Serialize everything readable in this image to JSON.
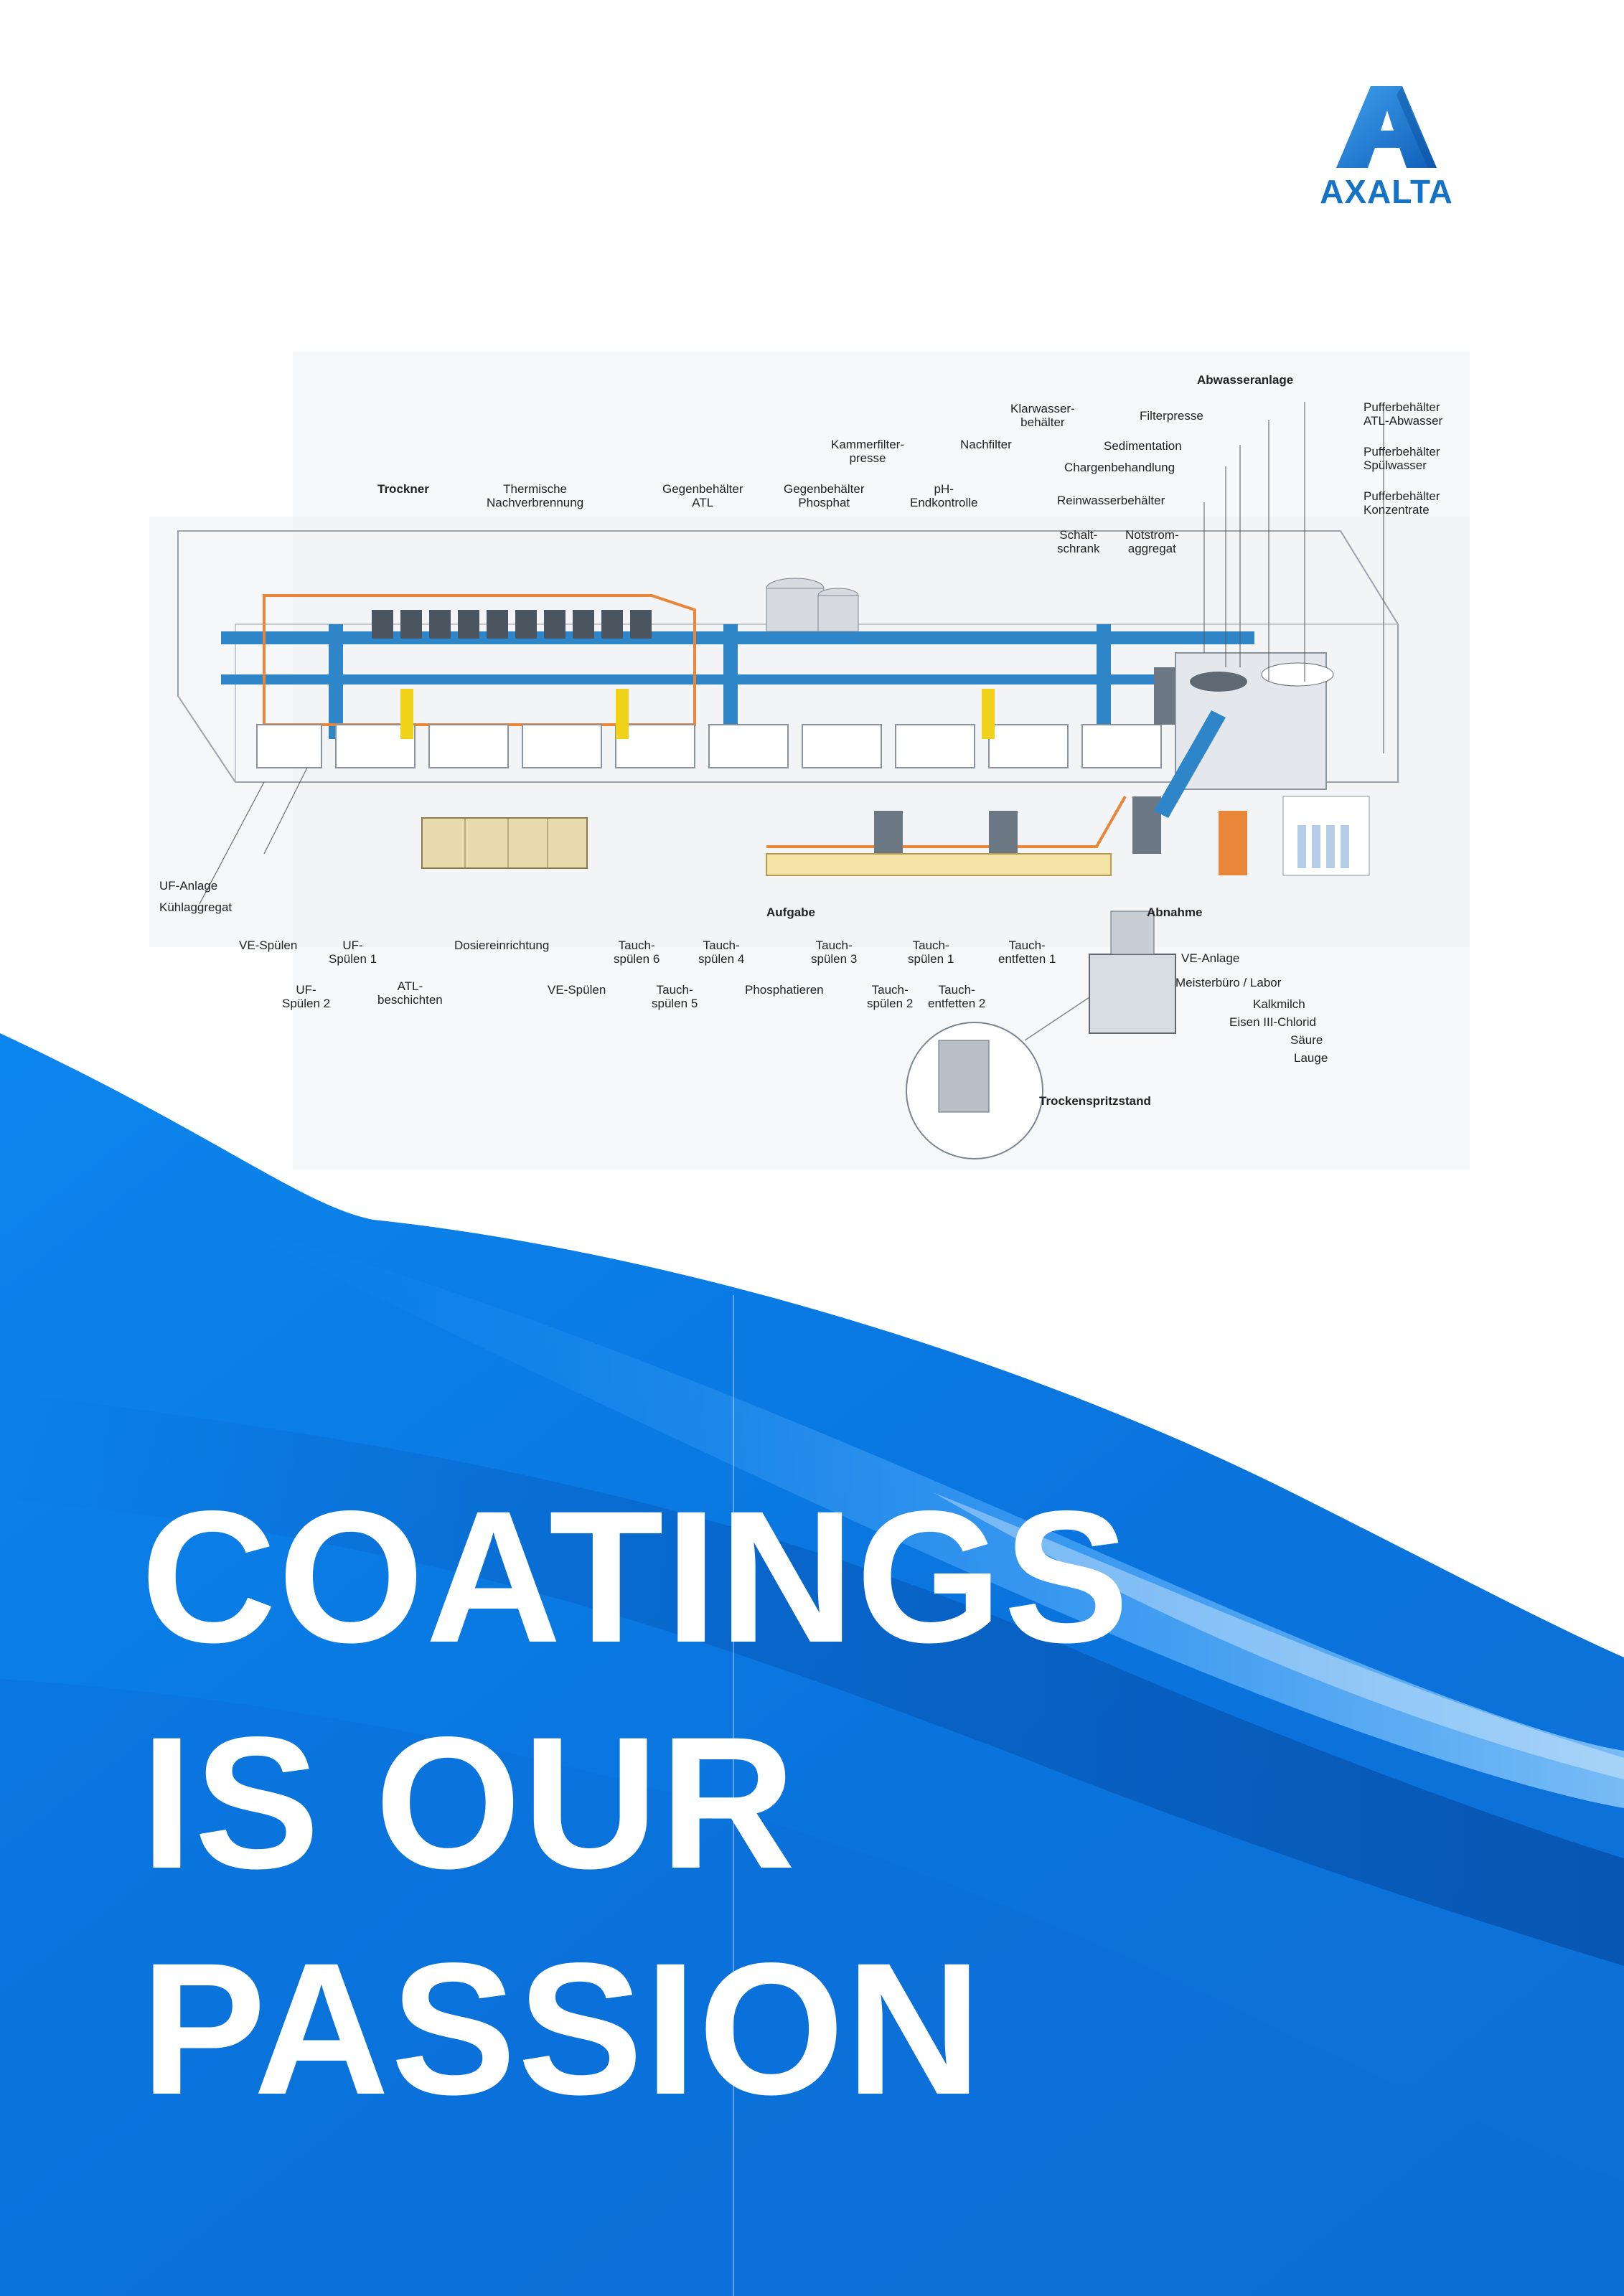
{
  "brand": {
    "name": "AXALTA",
    "logo_color": "#1473c6"
  },
  "colors": {
    "primary_blue": "#0a78e6",
    "dark_blue": "#0a5fc4",
    "light_blue": "#3aa0f8"
  },
  "slogan": {
    "line1": "COATINGS",
    "line2": "IS OUR",
    "line3": "PASSION"
  },
  "diagram": {
    "labels": {
      "abwasseranlage": "Abwasseranlage",
      "klarwasser": "Klarwasser-\nbehälter",
      "filterpresse": "Filterpresse",
      "kammerfilter": "Kammerfilter-\npresse",
      "nachfilter": "Nachfilter",
      "sedimentation": "Sedimentation",
      "chargen": "Chargenbehandlung",
      "puffer_atl": "Pufferbehälter\nATL-Abwasser",
      "puffer_spuel": "Pufferbehälter\nSpülwasser",
      "puffer_konz": "Pufferbehälter\nKonzentrate",
      "trockner": "Trockner",
      "thermische": "Thermische\nNachverbrennung",
      "gegen_atl": "Gegenbehälter\nATL",
      "gegen_phos": "Gegenbehälter\nPhosphat",
      "ph": "pH-\nEndkontrolle",
      "reinwasser": "Reinwasserbehälter",
      "schaltschrank": "Schalt-\nschrank",
      "notstrom": "Notstrom-\naggregat",
      "uf_anlage": "UF-Anlage",
      "kuehl": "Kühlaggregat",
      "ve_spuelen1": "VE-Spülen",
      "uf_spuelen1": "UF-\nSpülen 1",
      "dosier": "Dosiereinrichtung",
      "tauch6": "Tauch-\nspülen 6",
      "tauch4": "Tauch-\nspülen 4",
      "tauch3": "Tauch-\nspülen 3",
      "tauch1": "Tauch-\nspülen 1",
      "entfetten1": "Tauch-\nentfetten 1",
      "ve_anlage": "VE-Anlage",
      "meister": "Meisterbüro / Labor",
      "kalk": "Kalkmilch",
      "eisen": "Eisen III-Chlorid",
      "saeure": "Säure",
      "lauge": "Lauge",
      "uf_spuelen2": "UF-\nSpülen 2",
      "atl": "ATL-\nbeschichten",
      "ve_spuelen2": "VE-Spülen",
      "tauch5": "Tauch-\nspülen 5",
      "phosphatieren": "Phosphatieren",
      "tauch2": "Tauch-\nspülen 2",
      "entfetten2": "Tauch-\nentfetten 2",
      "aufgabe": "Aufgabe",
      "abnahme": "Abnahme",
      "trockenspritz": "Trockenspritzstand"
    }
  }
}
